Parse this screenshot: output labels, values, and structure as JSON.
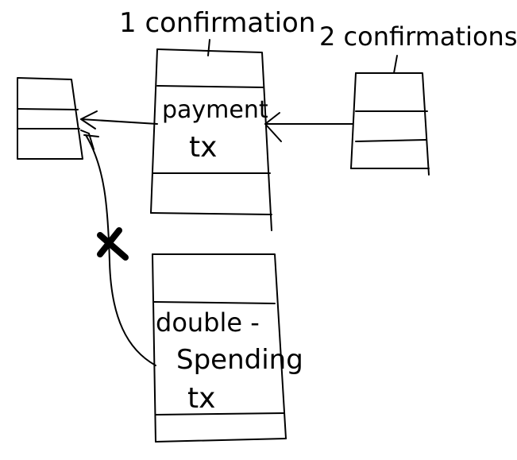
{
  "labels": {
    "one_confirmation": "1 confirmation",
    "two_confirmations": "2 confirmations",
    "payment": "payment",
    "payment_tx": "tx",
    "double": "double -",
    "spending": "Spending",
    "double_spending_tx": "tx"
  },
  "colors": {
    "ink": "#000000",
    "background": "#ffffff"
  },
  "marks": {
    "rejected_link": "x-mark"
  }
}
